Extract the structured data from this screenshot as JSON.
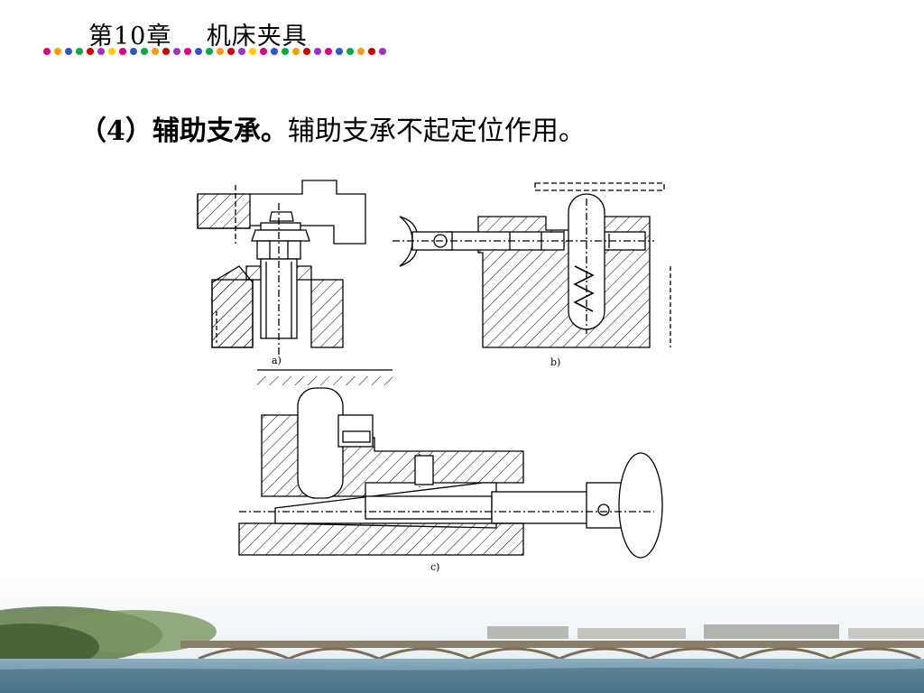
{
  "header": {
    "chapter": "第10章",
    "chapter_title": "机床夹具"
  },
  "decoration": {
    "dot_colors": [
      "#e0007a",
      "#ff9900",
      "#3355cc",
      "#00aa44",
      "#cc0000",
      "#9933cc",
      "#ffcc00",
      "#e0007a",
      "#3355cc",
      "#00aa44",
      "#ff9900",
      "#cc0000",
      "#9933cc",
      "#e0007a",
      "#3355cc",
      "#00aa44",
      "#ff9900",
      "#cc0000",
      "#9933cc",
      "#ffcc00",
      "#e0007a",
      "#3355cc",
      "#00aa44",
      "#ff9900",
      "#cc0000",
      "#9933cc",
      "#e0007a",
      "#3355cc",
      "#00aa44",
      "#ff9900",
      "#cc0000",
      "#9933cc"
    ]
  },
  "content": {
    "prefix": "（4）",
    "term": "辅助支承。",
    "description": "辅助支承不起定位作用。"
  },
  "figure": {
    "labels": {
      "a": "a)",
      "b": "b)",
      "c": "c)"
    }
  }
}
